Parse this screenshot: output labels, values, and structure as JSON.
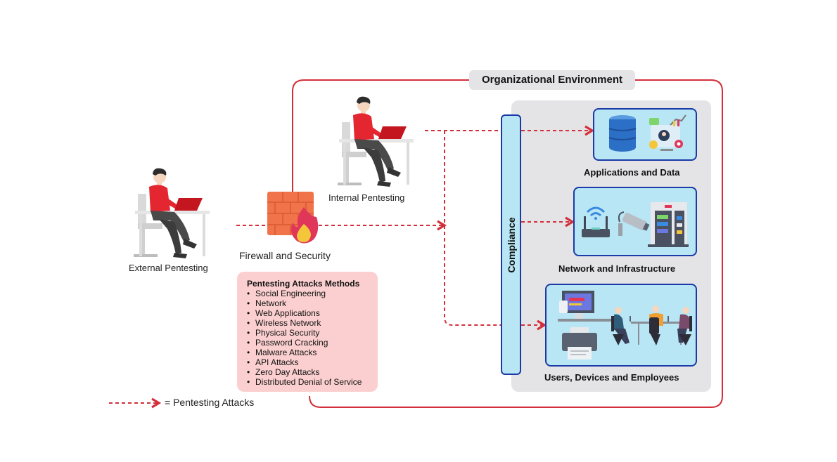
{
  "diagram": {
    "title": "Organizational Environment",
    "actors": {
      "external": {
        "label": "External Pentesting",
        "icon": "person-at-laptop-icon"
      },
      "internal": {
        "label": "Internal Pentesting",
        "icon": "person-at-laptop-icon"
      }
    },
    "firewall": {
      "label": "Firewall and Security",
      "icon": "firewall-fire-icon"
    },
    "compliance": {
      "label": "Compliance"
    },
    "assets": [
      {
        "label": "Applications and Data",
        "icons": [
          "database-icon",
          "analytics-dashboard-icon"
        ]
      },
      {
        "label": "Network and Infrastructure",
        "icons": [
          "wifi-router-icon",
          "security-camera-icon",
          "server-rack-icon"
        ]
      },
      {
        "label": "Users, Devices and Employees",
        "icons": [
          "computer-icon",
          "printer-icon",
          "employees-meeting-icon"
        ]
      }
    ],
    "methods": {
      "title": "Pentesting Attacks Methods",
      "items": [
        "Social Engineering",
        "Network",
        "Web Applications",
        "Wireless Network",
        "Physical Security",
        "Password Cracking",
        "Malware Attacks",
        "API Attacks",
        "Zero Day Attacks",
        "Distributed Denial of Service"
      ]
    },
    "legend": {
      "text": "= Pentesting Attacks",
      "symbol": "dashed-arrow"
    },
    "colors": {
      "attack_line": "#d32f3a",
      "boundary": "#d32f3a",
      "asset_fill": "#b8e6f4",
      "asset_border": "#1b3aa8",
      "panel": "#e4e4e6",
      "methods_fill": "#fbcfcf"
    }
  }
}
